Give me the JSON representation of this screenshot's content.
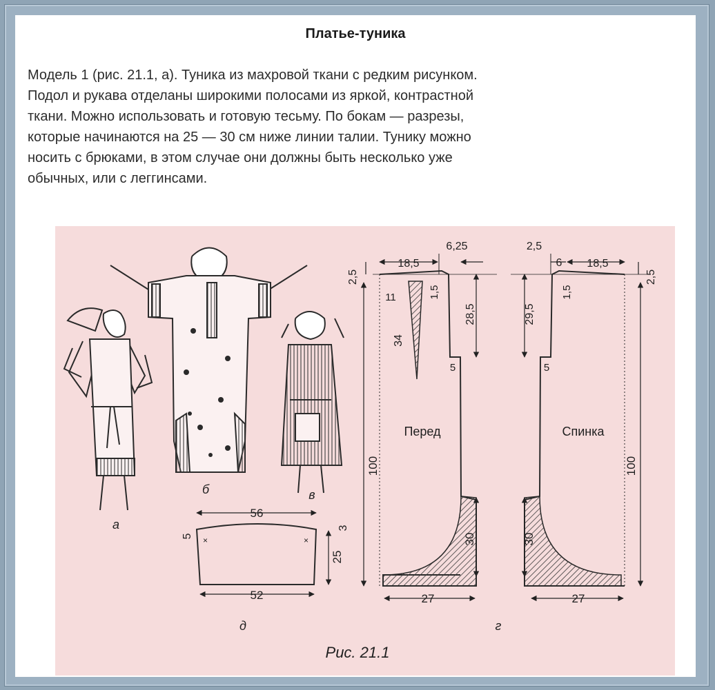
{
  "document": {
    "title": "Платье-туника",
    "paragraph_lines": [
      "Модель 1 (рис. 21.1, а). Туника из махровой ткани с редким рисунком.",
      "Подол и рукава отделаны широкими полосами из яркой, контрастной",
      "ткани. Можно использовать и готовую тесьму. По бокам — разрезы,",
      "которые начинаются на 25 — 30 см ниже линии талии. Тунику можно",
      "носить с брюками, в этом случае они должны быть несколько уже",
      "обычных, или с леггинсами."
    ]
  },
  "figure": {
    "caption": "Рис. 21.1",
    "figure_labels": {
      "a": "а",
      "b": "б",
      "v": "в",
      "g": "г",
      "d": "д"
    },
    "front": {
      "label": "Перед",
      "dims": {
        "top_offset": "6,25",
        "shoulder_width": "18,5",
        "shoulder_drop": "2,5",
        "neck_depth": "11",
        "slit_length": "34",
        "shoulder_slope": "1,5",
        "sleeve_depth": "28,5",
        "side_marker": "5",
        "length": "100",
        "hem_band": "30",
        "hem_width": "27"
      }
    },
    "back": {
      "label": "Спинка",
      "dims": {
        "top_offset": "2,5",
        "neck_width": "6",
        "shoulder_width": "18,5",
        "shoulder_drop": "2,5",
        "shoulder_slope": "1,5",
        "sleeve_depth": "29,5",
        "side_marker": "5",
        "length": "100",
        "hem_band": "30",
        "hem_width": "27"
      }
    },
    "sleeve": {
      "top_width": "56",
      "bottom_width": "52",
      "side_height": "5",
      "top_curve": "3",
      "length": "25"
    }
  },
  "colors": {
    "figure_background": "#f6dcdc",
    "line_color": "#2a2a2a",
    "frame_color": "#9db1c2"
  }
}
